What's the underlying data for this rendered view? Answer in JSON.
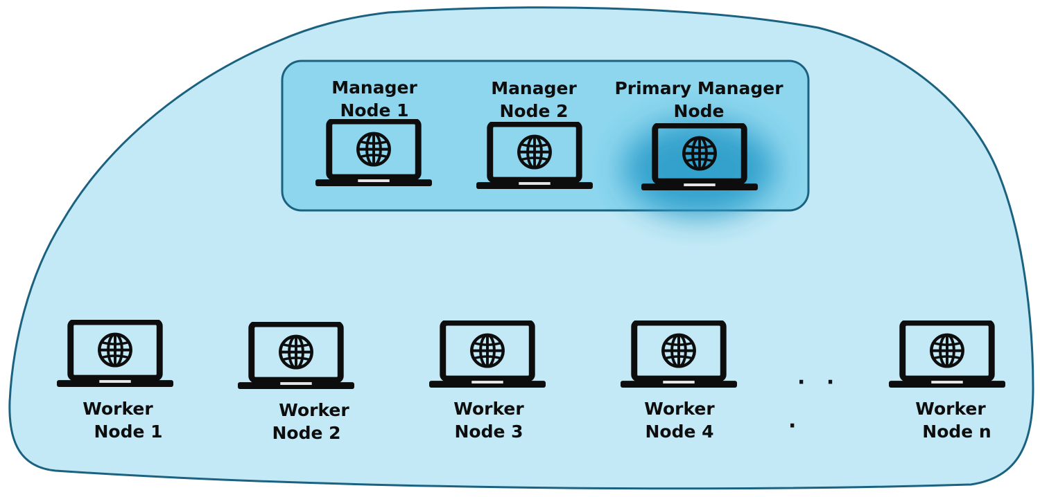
{
  "colors": {
    "cluster_fill": "#c3e9f6",
    "cluster_stroke": "#1b6280",
    "manager_group_fill": "#8dd6ee",
    "manager_group_stroke": "#1b6280",
    "primary_glow": "#2f9fcb",
    "icon": "#0d0d0d"
  },
  "icon_name": "laptop-globe-icon",
  "manager_nodes": [
    {
      "id": "manager-node-1",
      "line1": "Manager",
      "line2": "Node 1"
    },
    {
      "id": "manager-node-2",
      "line1": "Manager",
      "line2": "Node 2"
    },
    {
      "id": "primary-manager-node",
      "line1": "Primary Manager",
      "line2": "Node"
    }
  ],
  "worker_nodes": [
    {
      "id": "worker-node-1",
      "line1": "Worker",
      "line2": "Node 1"
    },
    {
      "id": "worker-node-2",
      "line1": "Worker",
      "line2": "Node 2"
    },
    {
      "id": "worker-node-3",
      "line1": "Worker",
      "line2": "Node 3"
    },
    {
      "id": "worker-node-4",
      "line1": "Worker",
      "line2": "Node 4"
    },
    {
      "id": "worker-node-n",
      "line1": "Worker",
      "line2": "Node n"
    }
  ],
  "ellipsis": {
    "top": "· ·",
    "bottom": "·"
  }
}
